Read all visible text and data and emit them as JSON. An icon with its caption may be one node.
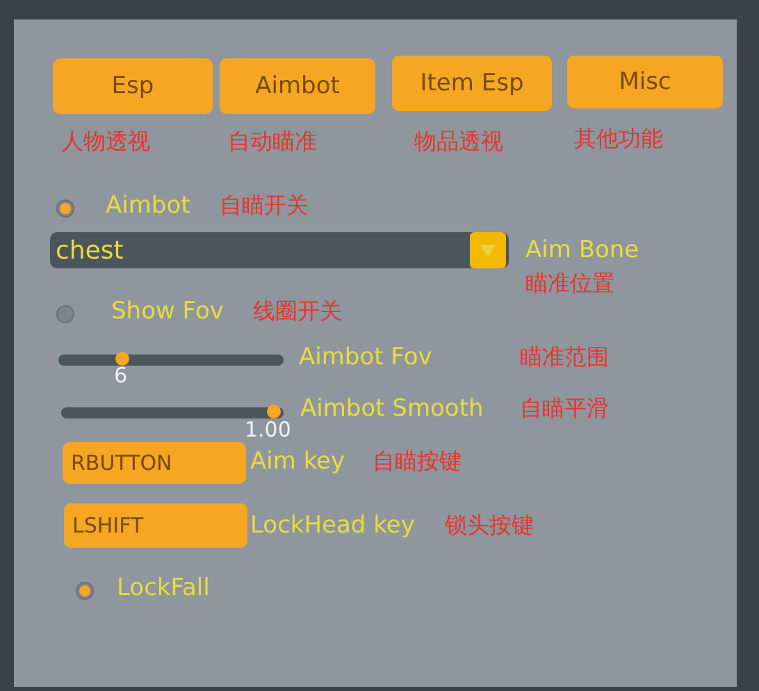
{
  "diagram": {
    "nodes": [
      {
        "text": [
          "Esp"
        ],
        "beside": [
          "人物透视"
        ]
      },
      {
        "text": [
          "Aimbot"
        ],
        "beside": [
          "自动瞄准"
        ]
      },
      {
        "text": [
          "Item Esp"
        ],
        "beside": [
          "物品透视"
        ]
      },
      {
        "text": [
          "Misc"
        ],
        "beside": [
          "其他功能"
        ]
      },
      {
        "text": [
          "chest"
        ],
        "beside": [
          "Aim Bone",
          "瞄准位置"
        ]
      },
      {
        "text": [
          "RBUTTON"
        ],
        "beside": [
          "Aim key",
          "自瞄按键"
        ]
      },
      {
        "text": [
          "LSHIFT"
        ],
        "beside": [
          "LockHead key",
          "锁头按键"
        ]
      }
    ],
    "labels": [
      "Aimbot",
      "自瞄开关",
      "Show Fov",
      "线圈开关",
      "6",
      "Aimbot Fov",
      "瞄准范围",
      "1.00",
      "Aimbot Smooth",
      "自瞄平滑",
      "LockFall"
    ]
  }
}
